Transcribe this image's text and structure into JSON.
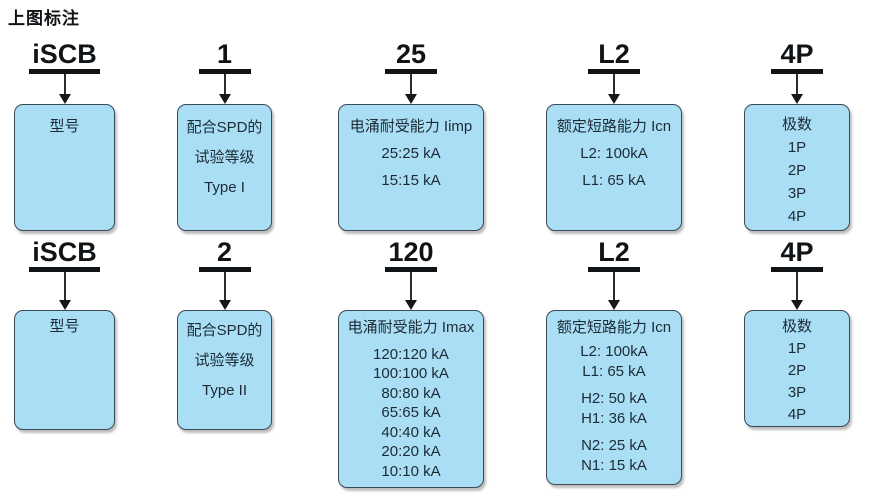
{
  "title": "上图标注",
  "colors": {
    "box_fill": "#a9def5",
    "box_border": "#3a4a56",
    "box_text": "#1c2b36",
    "ink": "#111417"
  },
  "rows": [
    {
      "cols": [
        {
          "code": "iSCB",
          "lines": [
            "型号"
          ]
        },
        {
          "code": "1",
          "lines": [
            "配合SPD的",
            "试验等级",
            "Type I"
          ]
        },
        {
          "code": "25",
          "lines": [
            "电涌耐受能力 Iimp",
            "25:25 kA",
            "15:15 kA"
          ]
        },
        {
          "code": "L2",
          "lines": [
            "额定短路能力 Icn",
            "L2: 100kA",
            "L1: 65 kA"
          ]
        },
        {
          "code": "4P",
          "lines": [
            "极数",
            "1P",
            "2P",
            "3P",
            "4P"
          ]
        }
      ]
    },
    {
      "cols": [
        {
          "code": "iSCB",
          "lines": [
            "型号"
          ]
        },
        {
          "code": "2",
          "lines": [
            "配合SPD的",
            "试验等级",
            "Type II"
          ]
        },
        {
          "code": "120",
          "lines": [
            "电涌耐受能力 Imax",
            "120:120 kA",
            "100:100 kA",
            "80:80 kA",
            "65:65 kA",
            "40:40 kA",
            "20:20 kA",
            "10:10 kA"
          ]
        },
        {
          "code": "L2",
          "lines": [
            "额定短路能力 Icn",
            "L2: 100kA",
            "L1: 65 kA",
            "H2: 50 kA",
            "H1: 36 kA",
            "N2: 25 kA",
            "N1: 15 kA"
          ]
        },
        {
          "code": "4P",
          "lines": [
            "极数",
            "1P",
            "2P",
            "3P",
            "4P"
          ]
        }
      ]
    }
  ]
}
